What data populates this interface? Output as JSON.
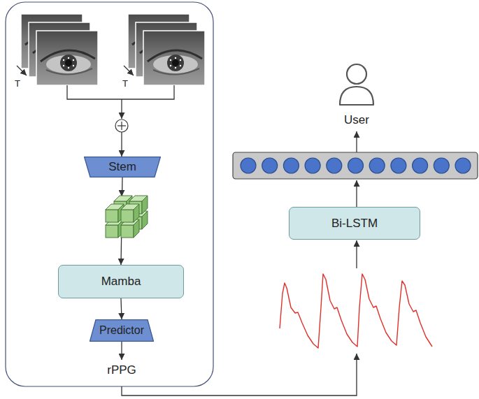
{
  "diagram": {
    "nodes": [
      {
        "text": [
          "Stem"
        ]
      },
      {
        "text": [
          "Mamba"
        ]
      },
      {
        "text": [
          "Predictor"
        ]
      },
      {
        "text": [
          "Bi-LSTM"
        ]
      }
    ],
    "edges": [
      {
        "from": 0,
        "to": 1,
        "arrow": "to"
      },
      {
        "from": 1,
        "to": 2,
        "arrow": "to"
      }
    ],
    "labels": [
      "T",
      "T",
      "rPPG",
      "User"
    ]
  }
}
